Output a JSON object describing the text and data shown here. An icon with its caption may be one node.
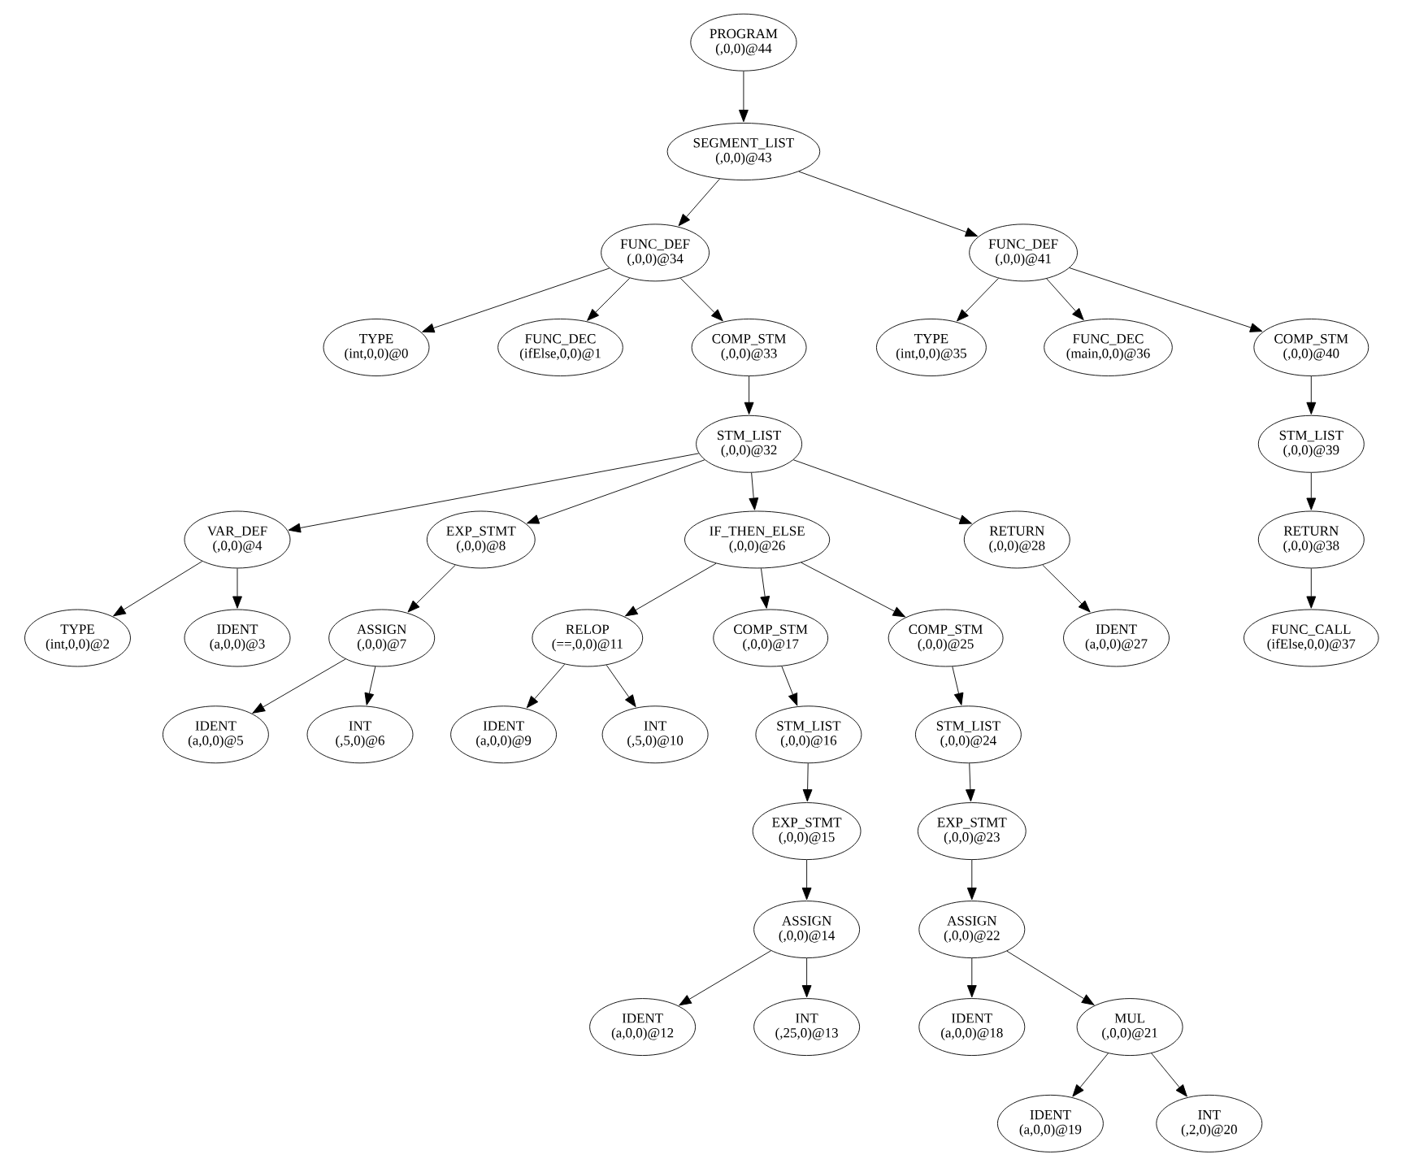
{
  "diagram": {
    "nodes": [
      {
        "text": [
          "PROGRAM",
          "(,0,0)@44"
        ]
      },
      {
        "text": [
          "SEGMENT_LIST",
          "(,0,0)@43"
        ]
      },
      {
        "text": [
          "FUNC_DEF",
          "(,0,0)@34"
        ]
      },
      {
        "text": [
          "FUNC_DEF",
          "(,0,0)@41"
        ]
      },
      {
        "text": [
          "TYPE",
          "(int,0,0)@0"
        ]
      },
      {
        "text": [
          "FUNC_DEC",
          "(ifElse,0,0)@1"
        ]
      },
      {
        "text": [
          "COMP_STM",
          "(,0,0)@33"
        ]
      },
      {
        "text": [
          "TYPE",
          "(int,0,0)@35"
        ]
      },
      {
        "text": [
          "FUNC_DEC",
          "(main,0,0)@36"
        ]
      },
      {
        "text": [
          "COMP_STM",
          "(,0,0)@40"
        ]
      },
      {
        "text": [
          "STM_LIST",
          "(,0,0)@32"
        ]
      },
      {
        "text": [
          "STM_LIST",
          "(,0,0)@39"
        ]
      },
      {
        "text": [
          "VAR_DEF",
          "(,0,0)@4"
        ]
      },
      {
        "text": [
          "EXP_STMT",
          "(,0,0)@8"
        ]
      },
      {
        "text": [
          "IF_THEN_ELSE",
          "(,0,0)@26"
        ]
      },
      {
        "text": [
          "RETURN",
          "(,0,0)@28"
        ]
      },
      {
        "text": [
          "RETURN",
          "(,0,0)@38"
        ]
      },
      {
        "text": [
          "TYPE",
          "(int,0,0)@2"
        ]
      },
      {
        "text": [
          "IDENT",
          "(a,0,0)@3"
        ]
      },
      {
        "text": [
          "ASSIGN",
          "(,0,0)@7"
        ]
      },
      {
        "text": [
          "RELOP",
          "(==,0,0)@11"
        ]
      },
      {
        "text": [
          "COMP_STM",
          "(,0,0)@17"
        ]
      },
      {
        "text": [
          "COMP_STM",
          "(,0,0)@25"
        ]
      },
      {
        "text": [
          "IDENT",
          "(a,0,0)@27"
        ]
      },
      {
        "text": [
          "FUNC_CALL",
          "(ifElse,0,0)@37"
        ]
      },
      {
        "text": [
          "IDENT",
          "(a,0,0)@5"
        ]
      },
      {
        "text": [
          "INT",
          "(,5,0)@6"
        ]
      },
      {
        "text": [
          "IDENT",
          "(a,0,0)@9"
        ]
      },
      {
        "text": [
          "INT",
          "(,5,0)@10"
        ]
      },
      {
        "text": [
          "STM_LIST",
          "(,0,0)@16"
        ]
      },
      {
        "text": [
          "STM_LIST",
          "(,0,0)@24"
        ]
      },
      {
        "text": [
          "EXP_STMT",
          "(,0,0)@15"
        ]
      },
      {
        "text": [
          "EXP_STMT",
          "(,0,0)@23"
        ]
      },
      {
        "text": [
          "ASSIGN",
          "(,0,0)@14"
        ]
      },
      {
        "text": [
          "ASSIGN",
          "(,0,0)@22"
        ]
      },
      {
        "text": [
          "IDENT",
          "(a,0,0)@12"
        ]
      },
      {
        "text": [
          "INT",
          "(,25,0)@13"
        ]
      },
      {
        "text": [
          "IDENT",
          "(a,0,0)@18"
        ]
      },
      {
        "text": [
          "MUL",
          "(,0,0)@21"
        ]
      },
      {
        "text": [
          "IDENT",
          "(a,0,0)@19"
        ]
      },
      {
        "text": [
          "INT",
          "(,2,0)@20"
        ]
      }
    ],
    "edges": [
      {
        "from": 0,
        "to": 1,
        "arrow": "to"
      },
      {
        "from": 1,
        "to": 2,
        "arrow": "to"
      },
      {
        "from": 1,
        "to": 3,
        "arrow": "to"
      },
      {
        "from": 2,
        "to": 4,
        "arrow": "to"
      },
      {
        "from": 2,
        "to": 5,
        "arrow": "to"
      },
      {
        "from": 2,
        "to": 6,
        "arrow": "to"
      },
      {
        "from": 3,
        "to": 7,
        "arrow": "to"
      },
      {
        "from": 3,
        "to": 8,
        "arrow": "to"
      },
      {
        "from": 3,
        "to": 9,
        "arrow": "to"
      },
      {
        "from": 6,
        "to": 10,
        "arrow": "to"
      },
      {
        "from": 9,
        "to": 11,
        "arrow": "to"
      },
      {
        "from": 10,
        "to": 12,
        "arrow": "to"
      },
      {
        "from": 10,
        "to": 13,
        "arrow": "to"
      },
      {
        "from": 10,
        "to": 14,
        "arrow": "to"
      },
      {
        "from": 10,
        "to": 15,
        "arrow": "to"
      },
      {
        "from": 11,
        "to": 16,
        "arrow": "to"
      },
      {
        "from": 12,
        "to": 17,
        "arrow": "to"
      },
      {
        "from": 12,
        "to": 18,
        "arrow": "to"
      },
      {
        "from": 13,
        "to": 19,
        "arrow": "to"
      },
      {
        "from": 14,
        "to": 20,
        "arrow": "to"
      },
      {
        "from": 14,
        "to": 21,
        "arrow": "to"
      },
      {
        "from": 14,
        "to": 22,
        "arrow": "to"
      },
      {
        "from": 15,
        "to": 23,
        "arrow": "to"
      },
      {
        "from": 16,
        "to": 24,
        "arrow": "to"
      },
      {
        "from": 19,
        "to": 25,
        "arrow": "to"
      },
      {
        "from": 19,
        "to": 26,
        "arrow": "to"
      },
      {
        "from": 20,
        "to": 27,
        "arrow": "to"
      },
      {
        "from": 20,
        "to": 28,
        "arrow": "to"
      },
      {
        "from": 21,
        "to": 29,
        "arrow": "to"
      },
      {
        "from": 22,
        "to": 30,
        "arrow": "to"
      },
      {
        "from": 29,
        "to": 31,
        "arrow": "to"
      },
      {
        "from": 30,
        "to": 32,
        "arrow": "to"
      },
      {
        "from": 31,
        "to": 33,
        "arrow": "to"
      },
      {
        "from": 32,
        "to": 34,
        "arrow": "to"
      },
      {
        "from": 33,
        "to": 35,
        "arrow": "to"
      },
      {
        "from": 33,
        "to": 36,
        "arrow": "to"
      },
      {
        "from": 34,
        "to": 37,
        "arrow": "to"
      },
      {
        "from": 34,
        "to": 38,
        "arrow": "to"
      },
      {
        "from": 38,
        "to": 39,
        "arrow": "to"
      },
      {
        "from": 38,
        "to": 40,
        "arrow": "to"
      }
    ]
  }
}
